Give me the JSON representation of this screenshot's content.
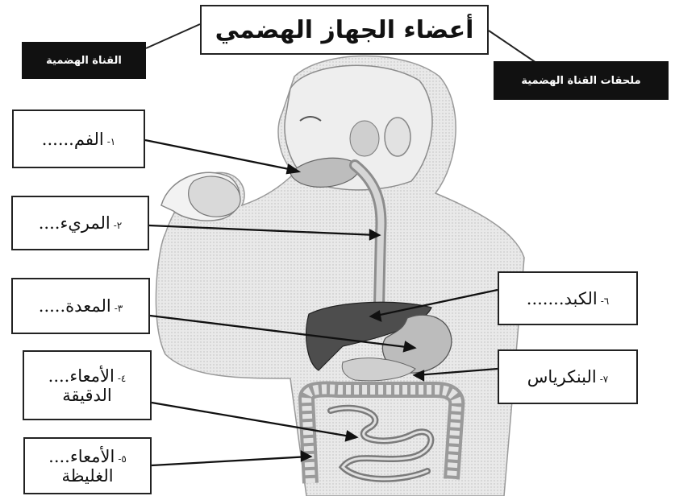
{
  "title": "أعضاء الجهاز الهضمي",
  "left_tag": "القناة الهضمية",
  "right_tag": "ملحقات القناة الهضمية",
  "labels": [
    {
      "num": "١-",
      "text": "الفم"
    },
    {
      "num": "٢-",
      "text": "المريء"
    },
    {
      "num": "٣-",
      "text": "المعدة"
    },
    {
      "num": "٤-",
      "text": "الأمعاء",
      "text2": "الدقيقة"
    },
    {
      "num": "٥-",
      "text": "الأمعاء",
      "text2": "الغليظة"
    },
    {
      "num": "٦-",
      "text": "الكبد"
    },
    {
      "num": "٧-",
      "text": "البنكرياس"
    }
  ]
}
